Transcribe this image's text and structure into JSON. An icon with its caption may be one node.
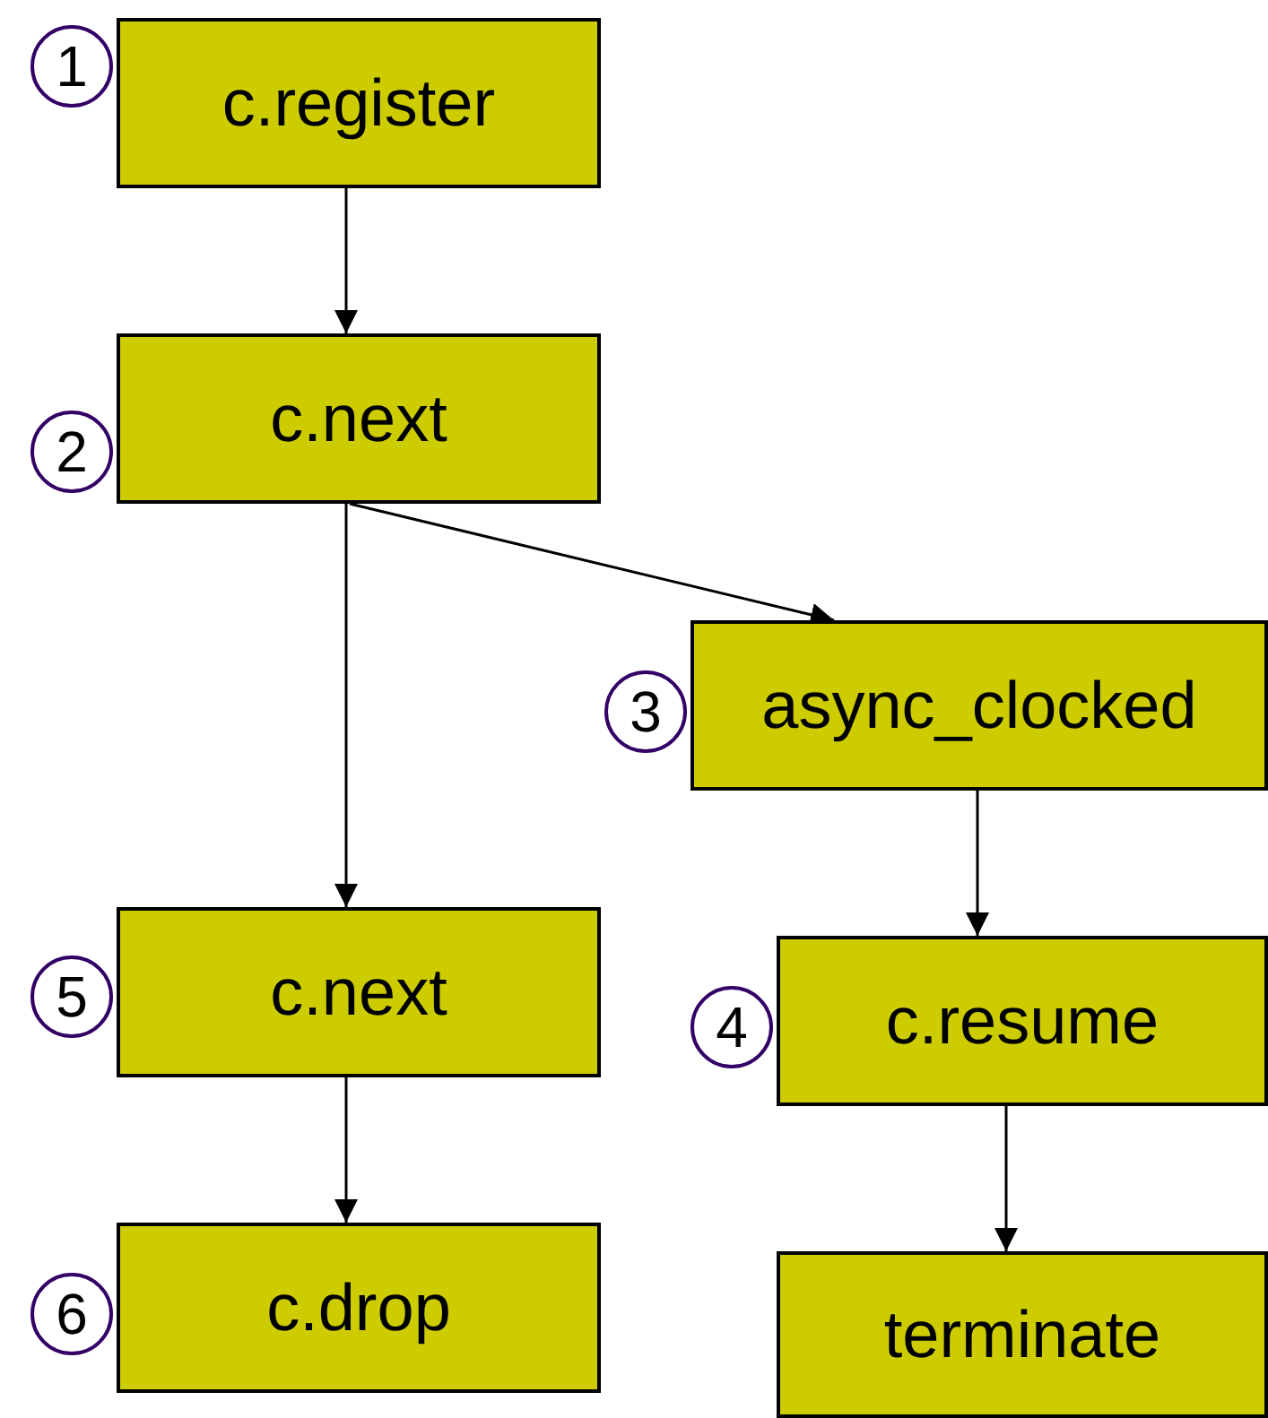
{
  "diagram": {
    "nodes": [
      {
        "text": [
          "1"
        ]
      },
      {
        "text": [
          "c.register"
        ]
      },
      {
        "text": [
          "2"
        ]
      },
      {
        "text": [
          "c.next"
        ]
      },
      {
        "text": [
          "3"
        ]
      },
      {
        "text": [
          "async_clocked"
        ]
      },
      {
        "text": [
          "5"
        ]
      },
      {
        "text": [
          "c.next"
        ]
      },
      {
        "text": [
          "4"
        ]
      },
      {
        "text": [
          "c.resume"
        ]
      },
      {
        "text": [
          "6"
        ]
      },
      {
        "text": [
          "c.drop"
        ]
      },
      {
        "text": [
          "terminate"
        ]
      }
    ],
    "edges": [
      {
        "from": 1,
        "to": 3,
        "arrow": "to"
      },
      {
        "from": 3,
        "to": 5,
        "arrow": "to"
      },
      {
        "from": 3,
        "to": 7,
        "arrow": "to"
      },
      {
        "from": 5,
        "to": 9,
        "arrow": "to"
      },
      {
        "from": 7,
        "to": 11,
        "arrow": "to"
      },
      {
        "from": 9,
        "to": 12,
        "arrow": "to"
      }
    ]
  }
}
